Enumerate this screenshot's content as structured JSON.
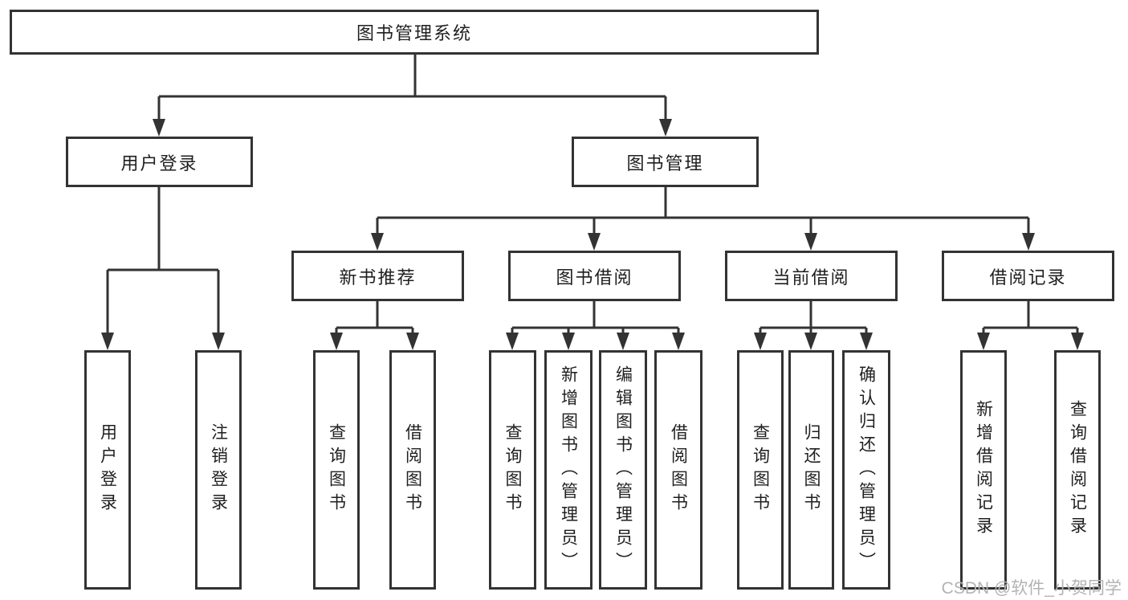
{
  "diagram": {
    "root": {
      "label": "图书管理系统"
    },
    "branches": [
      {
        "label": "用户登录",
        "children": [
          {
            "label": "用户登录"
          },
          {
            "label": "注销登录"
          }
        ]
      },
      {
        "label": "图书管理",
        "children": [
          {
            "label": "新书推荐",
            "children": [
              {
                "label": "查询图书"
              },
              {
                "label": "借阅图书"
              }
            ]
          },
          {
            "label": "图书借阅",
            "children": [
              {
                "label": "查询图书"
              },
              {
                "label": "新增图书（管理员）"
              },
              {
                "label": "编辑图书（管理员）"
              },
              {
                "label": "借阅图书"
              }
            ]
          },
          {
            "label": "当前借阅",
            "children": [
              {
                "label": "查询图书"
              },
              {
                "label": "归还图书"
              },
              {
                "label": "确认归还（管理员）"
              }
            ]
          },
          {
            "label": "借阅记录",
            "children": [
              {
                "label": "新增借阅记录"
              },
              {
                "label": "查询借阅记录"
              }
            ]
          }
        ]
      }
    ]
  },
  "watermark": {
    "text": "CSDN @软件_小贺同学"
  },
  "colors": {
    "line": "#333333",
    "text": "#1f1f1f",
    "watermark": "#b3b3b3",
    "background": "#ffffff"
  }
}
